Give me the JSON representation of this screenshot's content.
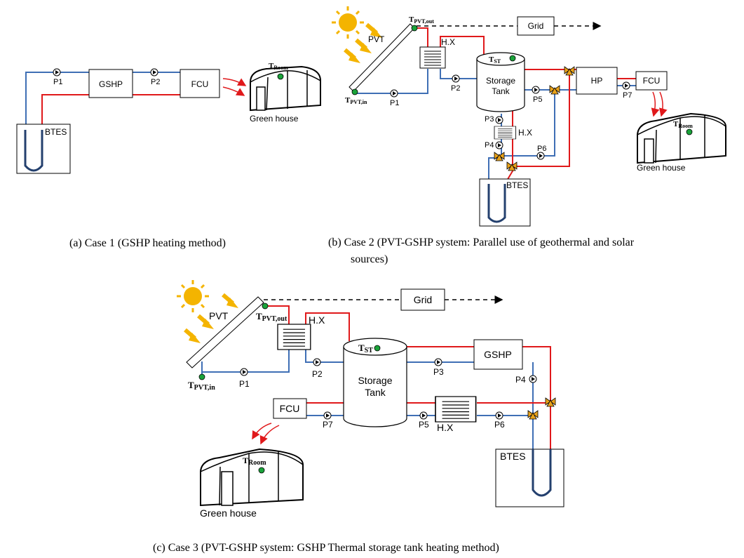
{
  "case1": {
    "labels": {
      "gshp": "GSHP",
      "fcu": "FCU",
      "btes": "BTES",
      "p1": "P1",
      "p2": "P2",
      "troom_t": "T",
      "troom_sub": "Room",
      "greenhouse": "Green house"
    },
    "caption": "(a) Case 1 (GSHP heating method)"
  },
  "case2": {
    "labels": {
      "pvt": "PVT",
      "grid": "Grid",
      "hx1": "H.X",
      "hx2": "H.X",
      "tank1": "Storage",
      "tank2": "Tank",
      "hp": "HP",
      "fcu": "FCU",
      "btes": "BTES",
      "p1": "P1",
      "p2": "P2",
      "p3": "P3",
      "p4": "P4",
      "p5": "P5",
      "p6": "P6",
      "p7": "P7",
      "tpvtout_t": "T",
      "tpvtout_sub": "PVT,out",
      "tpvtin_t": "T",
      "tpvtin_sub": "PVT,in",
      "tst_t": "T",
      "tst_sub": "ST",
      "troom_t": "T",
      "troom_sub": "Room",
      "greenhouse": "Green house"
    },
    "caption_line1": "(b) Case 2 (PVT-GSHP system: Parallel use of geothermal and solar",
    "caption_line2": "sources)"
  },
  "case3": {
    "labels": {
      "pvt": "PVT",
      "grid": "Grid",
      "hx1": "H.X",
      "hx2": "H.X",
      "tank1": "Storage",
      "tank2": "Tank",
      "gshp": "GSHP",
      "fcu": "FCU",
      "btes": "BTES",
      "p1": "P1",
      "p2": "P2",
      "p3": "P3",
      "p4": "P4",
      "p5": "P5",
      "p6": "P6",
      "p7": "P7",
      "tpvtout_t": "T",
      "tpvtout_sub": "PVT,out",
      "tpvtin_t": "T",
      "tpvtin_sub": "PVT,in",
      "tst_t": "T",
      "tst_sub": "ST",
      "troom_t": "T",
      "troom_sub": "Room",
      "greenhouse": "Green house"
    },
    "caption": "(c) Case 3 (PVT-GSHP system: GSHP Thermal storage tank heating method)"
  },
  "colors": {
    "hot_pipe": "#e0191b",
    "cold_pipe": "#3f6fb5",
    "sensor": "#1aa33a",
    "sun": "#f4b400",
    "valve": "#e8a21a"
  }
}
